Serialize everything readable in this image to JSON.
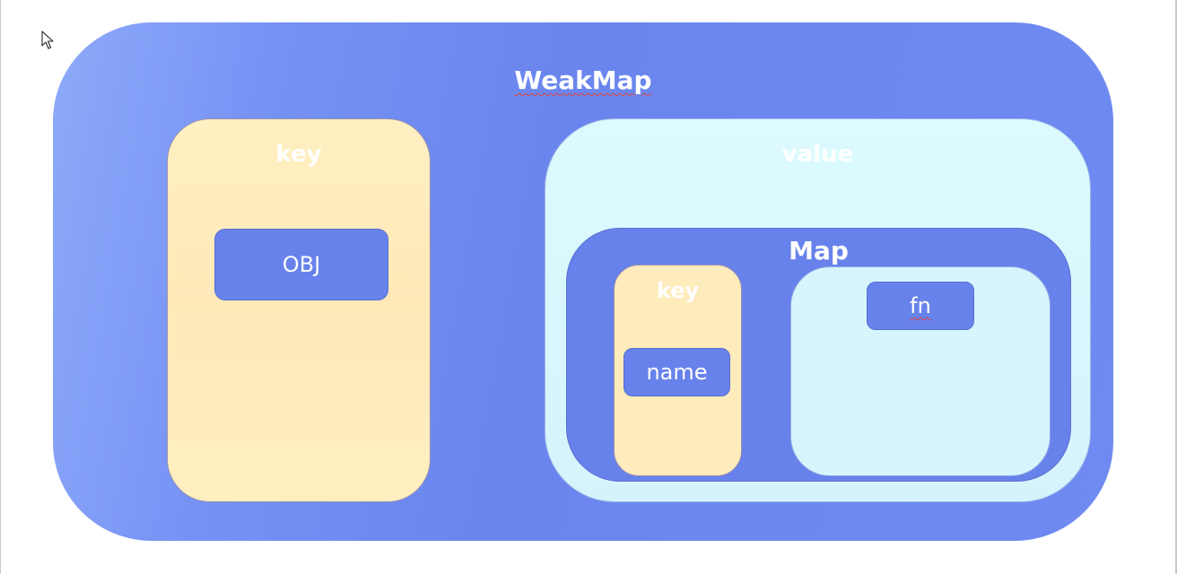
{
  "diagram": {
    "weakmap": {
      "title": "WeakMap"
    },
    "key": {
      "title": "key",
      "item": "OBJ"
    },
    "value": {
      "title": "value",
      "map": {
        "title": "Map",
        "key": {
          "title": "key",
          "item": "name"
        },
        "value": {
          "item": "fn"
        }
      }
    }
  },
  "colors": {
    "weakmap_bg": "#6f8bf2",
    "key_bg": "#ffeab9",
    "value_bg": "#d8f6fc",
    "chip_bg": "#6882eb",
    "label_text": "#ffffff"
  },
  "icons": {
    "cursor": "mouse-pointer-icon"
  }
}
